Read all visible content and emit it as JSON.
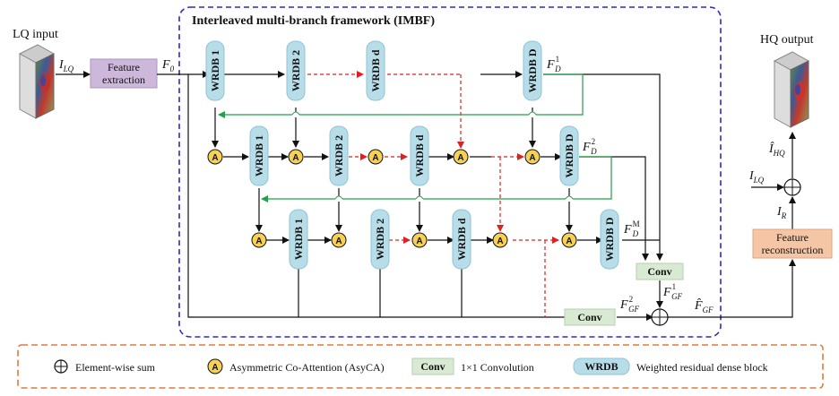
{
  "lq_input_label": "LQ input",
  "hq_output_label": "HQ output",
  "feature_extraction_label": "Feature extraction",
  "feature_reconstruction_label": "Feature reconstruction",
  "imbf_title": "Interleaved multi-branch framework (IMBF)",
  "row1_blocks": [
    "WRDB 1",
    "WRDB 2",
    "WRDB d",
    "WRDB D"
  ],
  "row2_blocks": [
    "WRDB 1",
    "WRDB 2",
    "WRDB d",
    "WRDB D"
  ],
  "row3_blocks": [
    "WRDB 1",
    "WRDB 2",
    "WRDB d",
    "WRDB D"
  ],
  "attention_symbol": "A",
  "conv_label": "Conv",
  "math": {
    "i_lq": {
      "base": "I",
      "sub": "LQ"
    },
    "f0": {
      "base": "F",
      "sub": "0"
    },
    "fd1": {
      "base": "F",
      "sub": "D",
      "sup": "1"
    },
    "fd2": {
      "base": "F",
      "sub": "D",
      "sup": "2"
    },
    "fdm": {
      "base": "F",
      "sub": "D",
      "sup": "M"
    },
    "fgf1": {
      "base": "F",
      "sub": "GF",
      "sup": "1"
    },
    "fgf2": {
      "base": "F",
      "sub": "GF",
      "sup": "2"
    },
    "fgf_hat": {
      "base": "F̂",
      "sub": "GF"
    },
    "ihq_hat": {
      "base": "Î",
      "sub": "HQ"
    },
    "ilq_right": {
      "base": "I",
      "sub": "LQ"
    },
    "ir": {
      "base": "I",
      "sub": "R"
    }
  },
  "legend": {
    "sum_label": "Element-wise sum",
    "asyca_label": "Asymmetric Co-Attention (AsyCA)",
    "conv_label": "Conv",
    "conv_desc": "1×1 Convolution",
    "wrdb_label": "WRDB",
    "wrdb_desc": "Weighted residual dense block"
  },
  "colors": {
    "wrdb_fill": "#b7dde8",
    "attention_fill": "#f7d154",
    "conv_fill": "#d9ead3",
    "feature_extraction_fill": "#cdb8dc",
    "feature_reconstruction_fill": "#f5c6a5",
    "imbf_border": "#2a2ac8",
    "legend_border": "#e07b39",
    "green_line": "#22a04a",
    "red_line": "#e02020"
  }
}
